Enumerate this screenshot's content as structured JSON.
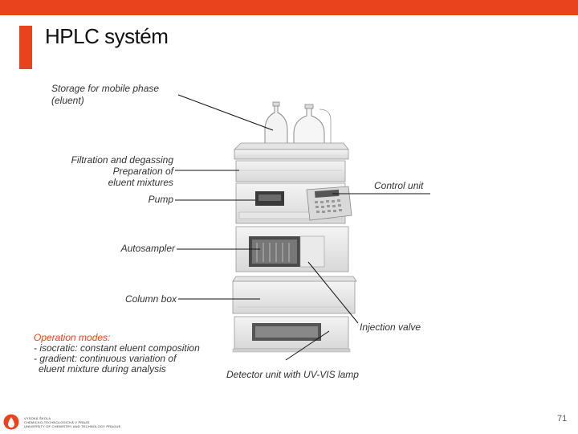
{
  "colors": {
    "accent": "#e8431d",
    "mode_heading": "#e8431d"
  },
  "title": "HPLC systém",
  "labels": {
    "storage_l1": "Storage for mobile phase",
    "storage_l2": "(eluent)",
    "filtration_l1": "Filtration and degassing",
    "filtration_l2": "Preparation of",
    "filtration_l3": "eluent mixtures",
    "pump": "Pump",
    "autosampler": "Autosampler",
    "column_box": "Column box",
    "control_unit": "Control unit",
    "injection_valve": "Injection valve",
    "detector": "Detector unit with UV-VIS lamp"
  },
  "operation_modes": {
    "heading": "Operation modes:",
    "isocratic": "- isocratic: constant eluent composition",
    "gradient_l1": "- gradient: continuous variation of",
    "gradient_l2": "eluent mixture during analysis"
  },
  "footer": {
    "logo_icon": "flask-drop-icon",
    "logo_line1": "VYSOKÁ ŠKOLA",
    "logo_line2": "CHEMICKO-TECHNOLOGICKÁ V PRAZE",
    "logo_line3": "UNIVERSITY OF CHEMISTRY AND TECHNOLOGY PRAGUE",
    "page_number": "71"
  }
}
